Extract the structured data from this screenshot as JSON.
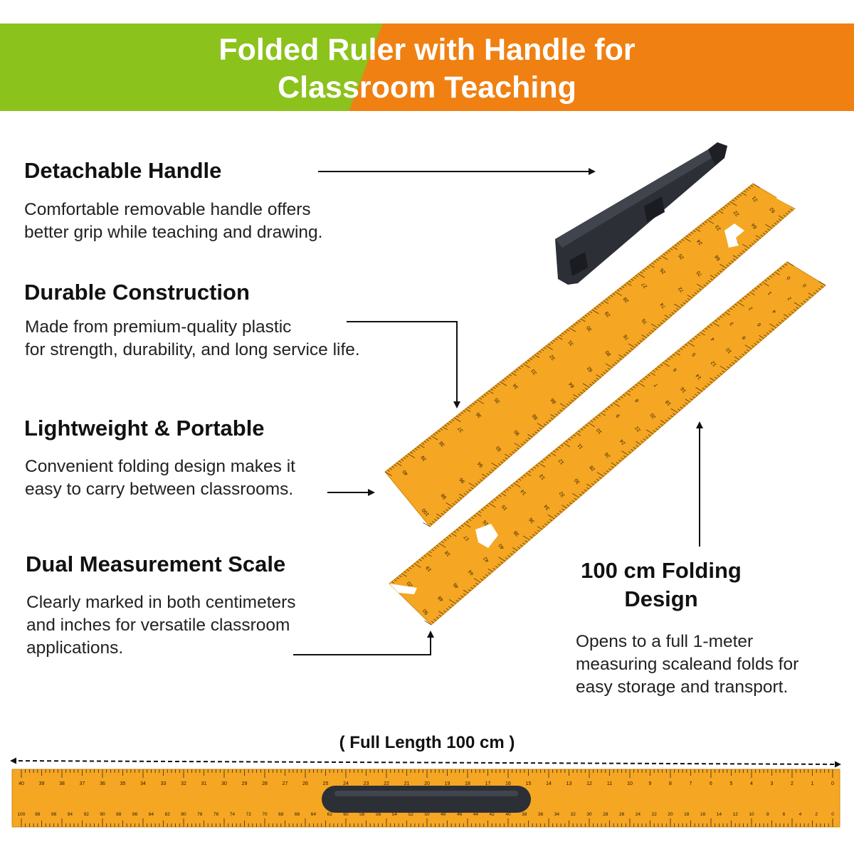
{
  "banner": {
    "title_line1": "Folded Ruler with Handle for",
    "title_line2": "Classroom Teaching",
    "color_left": "#8cc21c",
    "color_right": "#f08012"
  },
  "features": [
    {
      "heading": "Detachable Handle",
      "lines": [
        "Comfortable removable handle offers",
        "better grip while teaching and drawing."
      ]
    },
    {
      "heading": "Durable Construction",
      "lines": [
        "Made from premium-quality plastic",
        "for strength, durability, and long service life."
      ]
    },
    {
      "heading": "Lightweight & Portable",
      "lines": [
        "Convenient folding design makes it",
        "easy to carry between classrooms."
      ]
    },
    {
      "heading": "Dual Measurement Scale",
      "lines": [
        "Clearly marked in both centimeters",
        "and inches for versatile classroom",
        "applications."
      ]
    }
  ],
  "folding": {
    "heading_line1": "100 cm Folding",
    "heading_line2": "Design",
    "lines": [
      "Opens to a full 1-meter",
      "measuring scaleand folds for",
      "easy storage and transport."
    ]
  },
  "full_length_label": "( Full Length 100 cm )",
  "colors": {
    "ruler": "#f5a623",
    "handle": "#2c2f36",
    "text": "#111111"
  },
  "ruler_upper_segment": {
    "inch_labels": [
      "21",
      "22",
      "23",
      "24",
      "25",
      "26",
      "27",
      "28",
      "29",
      "30",
      "31",
      "32",
      "33",
      "34",
      "35",
      "36",
      "37",
      "38",
      "39",
      "40"
    ],
    "cm_labels": [
      "62",
      "64",
      "66",
      "68",
      "70",
      "72",
      "74",
      "76",
      "78",
      "80",
      "82",
      "84",
      "86",
      "88",
      "90",
      "92",
      "94",
      "96",
      "98",
      "100"
    ]
  },
  "ruler_lower_segment": {
    "inch_labels": [
      "0",
      "1",
      "2",
      "3",
      "4",
      "5",
      "6",
      "7",
      "8",
      "9",
      "10",
      "11",
      "12",
      "13",
      "14",
      "15",
      "16",
      "17",
      "18",
      "19",
      "20"
    ],
    "cm_labels": [
      "0",
      "2",
      "4",
      "6",
      "8",
      "10",
      "12",
      "14",
      "16",
      "18",
      "20",
      "22",
      "24",
      "26",
      "28",
      "30",
      "32",
      "34",
      "36",
      "38",
      "40",
      "42",
      "44",
      "46",
      "48",
      "50"
    ]
  },
  "ruler_full": {
    "inch_labels": [
      "40",
      "39",
      "38",
      "37",
      "36",
      "35",
      "34",
      "33",
      "32",
      "31",
      "30",
      "29",
      "28",
      "27",
      "26",
      "25",
      "24",
      "23",
      "22",
      "21",
      "20",
      "19",
      "18",
      "17",
      "16",
      "15",
      "14",
      "13",
      "12",
      "11",
      "10",
      "9",
      "8",
      "7",
      "6",
      "5",
      "4",
      "3",
      "2",
      "1",
      "0"
    ],
    "cm_labels": [
      "100",
      "98",
      "96",
      "94",
      "92",
      "90",
      "88",
      "86",
      "84",
      "82",
      "80",
      "78",
      "76",
      "74",
      "72",
      "70",
      "68",
      "66",
      "64",
      "62",
      "60",
      "58",
      "56",
      "54",
      "52",
      "50",
      "48",
      "46",
      "44",
      "42",
      "40",
      "38",
      "36",
      "34",
      "32",
      "30",
      "28",
      "26",
      "24",
      "22",
      "20",
      "18",
      "16",
      "14",
      "12",
      "10",
      "8",
      "6",
      "4",
      "2",
      "0"
    ]
  }
}
